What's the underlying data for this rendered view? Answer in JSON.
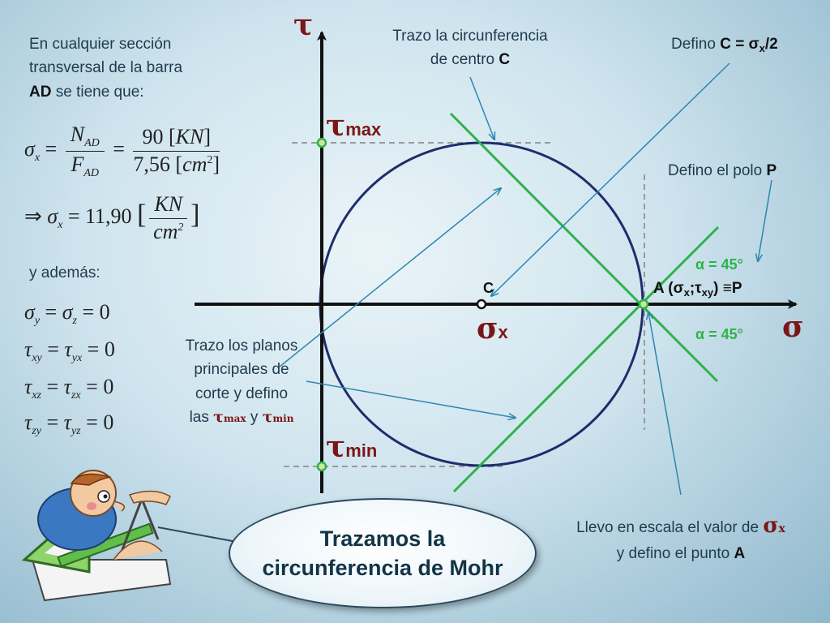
{
  "axes": {
    "tau": "τ",
    "sigma": "σ"
  },
  "left_panel": {
    "intro_line1": "En cualquier sección",
    "intro_line2": "transversal de la barra",
    "intro_bold": "AD",
    "intro_rest": "se tiene que:",
    "eq1": {
      "lhs": "σ",
      "lhs_sub": "x",
      "num": "N",
      "num_sub": "AD",
      "den": "F",
      "den_sub": "AD",
      "num2": "90",
      "unit_num": "KN",
      "den2": "7,56",
      "unit_den": "cm",
      "unit_exp": "2"
    },
    "eq2": {
      "arrow": "⇒",
      "lhs": "σ",
      "lhs_sub": "x",
      "value": "11,90",
      "unit_num": "KN",
      "unit_den": "cm",
      "unit_exp": "2"
    },
    "ademas": "y además:",
    "eq3": {
      "a": "σ",
      "a_sub": "y",
      "b": "σ",
      "b_sub": "z",
      "rhs": "0"
    },
    "eq4": {
      "a": "τ",
      "a_sub": "xy",
      "b": "τ",
      "b_sub": "yx",
      "rhs": "0"
    },
    "eq5": {
      "a": "τ",
      "a_sub": "xz",
      "b": "τ",
      "b_sub": "zx",
      "rhs": "0"
    },
    "eq6": {
      "a": "τ",
      "a_sub": "zy",
      "b": "τ",
      "b_sub": "yz",
      "rhs": "0"
    }
  },
  "labels": {
    "tau_max": "τ",
    "tau_max_sub": "max",
    "tau_min": "τ",
    "tau_min_sub": "min",
    "sigma_x": "σ",
    "sigma_x_sub": "x",
    "center_c": "C",
    "point_a": "A (σ",
    "point_a_sub1": "x",
    "point_a_mid": ";τ",
    "point_a_sub2": "xy",
    "point_a_end": ") ≡P",
    "alpha_top": "α = 45°",
    "alpha_bottom": "α = 45°"
  },
  "notes": {
    "circle_line1": "Trazo la circunferencia",
    "circle_line2": "de centro",
    "circle_bold": "C",
    "c_def_pre": "Defino",
    "c_def_bold": "C = σ",
    "c_def_sub": "x",
    "c_def_end": "/2",
    "pole_pre": "Defino el polo",
    "pole_bold": "P",
    "planes_line1": "Trazo los planos",
    "planes_line2": "principales de",
    "planes_line3": "corte y defino",
    "planes_line4": "las",
    "planes_tmax": "τ",
    "planes_tmax_sub": "max",
    "planes_y": "y",
    "planes_tmin": "τ",
    "planes_tmin_sub": "min",
    "scale_line1": "Llevo en escala el valor de",
    "scale_sigma": "σ",
    "scale_sigma_sub": "x",
    "scale_line2": "y defino el punto",
    "scale_bold": "A"
  },
  "bubble": {
    "line1": "Trazamos la",
    "line2": "circunferencia de Mohr"
  },
  "colors": {
    "circle": "#1e2d6b",
    "green": "#2db34a",
    "axis": "#111111",
    "arrow": "#2b87b0",
    "greek": "#7b1616",
    "dashed": "#999999"
  }
}
